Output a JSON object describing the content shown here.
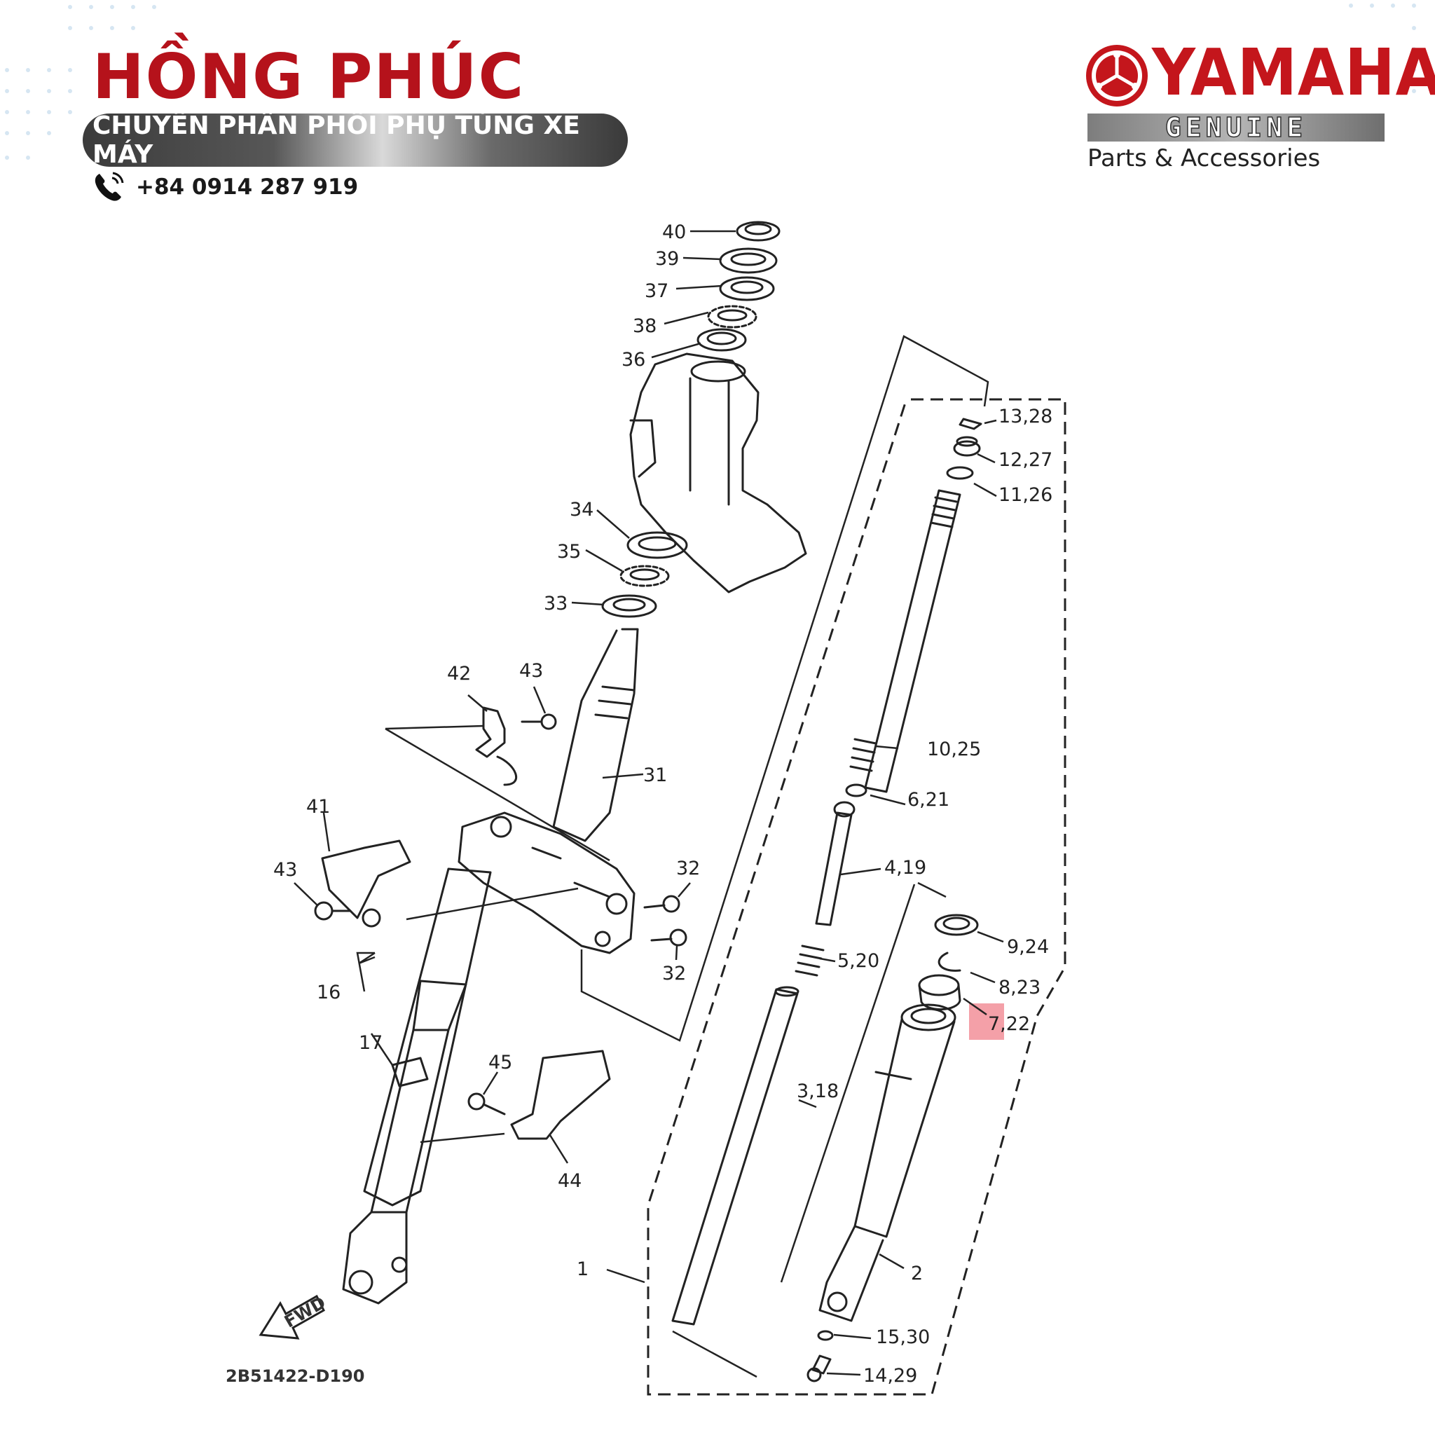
{
  "header": {
    "brand_name": "HỒNG PHÚC",
    "tagline": "CHUYÊN PHÂN PHỐI PHỤ TÙNG XE MÁY",
    "phone": "+84 0914 287 919",
    "phone_icon": "phone-icon"
  },
  "logo": {
    "brand": "YAMAHA",
    "genuine": "GENUINE",
    "subtitle": "Parts & Accessories",
    "emblem_icon": "yamaha-tuning-fork-icon"
  },
  "diagram": {
    "code": "2B51422-D190",
    "fwd_label": "FWD",
    "highlight_color": "#f4a0a8",
    "callouts": {
      "c40": "40",
      "c39": "39",
      "c37": "37",
      "c38": "38",
      "c36": "36",
      "c34": "34",
      "c35": "35",
      "c33": "33",
      "c42": "42",
      "c43a": "43",
      "c31": "31",
      "c41": "41",
      "c43b": "43",
      "c32a": "32",
      "c32b": "32",
      "c16": "16",
      "c17": "17",
      "c45": "45",
      "c44": "44",
      "c1": "1",
      "c3_18": "3,18",
      "c5_20": "5,20",
      "c4_19": "4,19",
      "c6_21": "6,21",
      "c10_25": "10,25",
      "c11_26": "11,26",
      "c12_27": "12,27",
      "c13_28": "13,28",
      "c9_24": "9,24",
      "c8_23": "8,23",
      "c7_22": "7,22",
      "c2": "2",
      "c15_30": "15,30",
      "c14_29": "14,29"
    }
  }
}
